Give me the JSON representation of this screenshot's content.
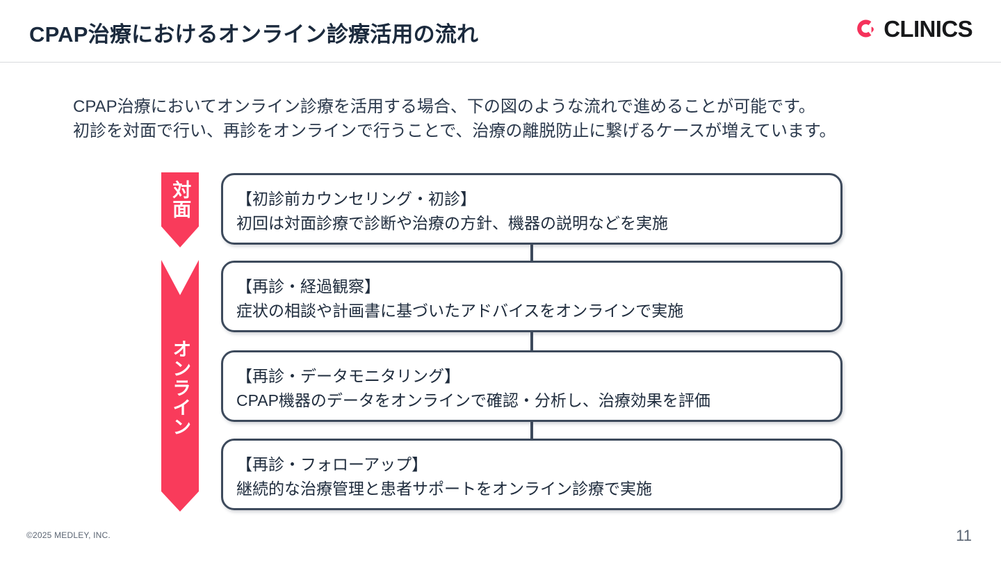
{
  "header": {
    "title": "CPAP治療におけるオンライン診療活用の流れ",
    "logo": {
      "mark_name": "clinics-c-logo-icon",
      "wordmark": "CLINICS",
      "mark_color": "#f5325b",
      "word_color": "#17181a"
    },
    "rule_color": "#d9dadd"
  },
  "intro": {
    "text": "CPAP治療においてオンライン診療を活用する場合、下の図のような流れで進めることが可能です。\n初診を対面で行い、再診をオンラインで行うことで、治療の離脱防止に繋げるケースが増えています。"
  },
  "diagram": {
    "accent_color": "#f93b5b",
    "box_border_color": "#3d4a5c",
    "phases": [
      {
        "label": "対面"
      },
      {
        "label": "オンライン"
      }
    ],
    "steps": [
      {
        "title": "【初診前カウンセリング・初診】",
        "desc": "初回は対面診療で診断や治療の方針、機器の説明などを実施"
      },
      {
        "title": "【再診・経過観察】",
        "desc": "症状の相談や計画書に基づいたアドバイスをオンラインで実施"
      },
      {
        "title": "【再診・データモニタリング】",
        "desc": "CPAP機器のデータをオンラインで確認・分析し、治療効果を評価"
      },
      {
        "title": "【再診・フォローアップ】",
        "desc": "継続的な治療管理と患者サポートをオンライン診療で実施"
      }
    ]
  },
  "footer": {
    "copyright": "©2025 MEDLEY, INC.",
    "page_number": "11"
  }
}
